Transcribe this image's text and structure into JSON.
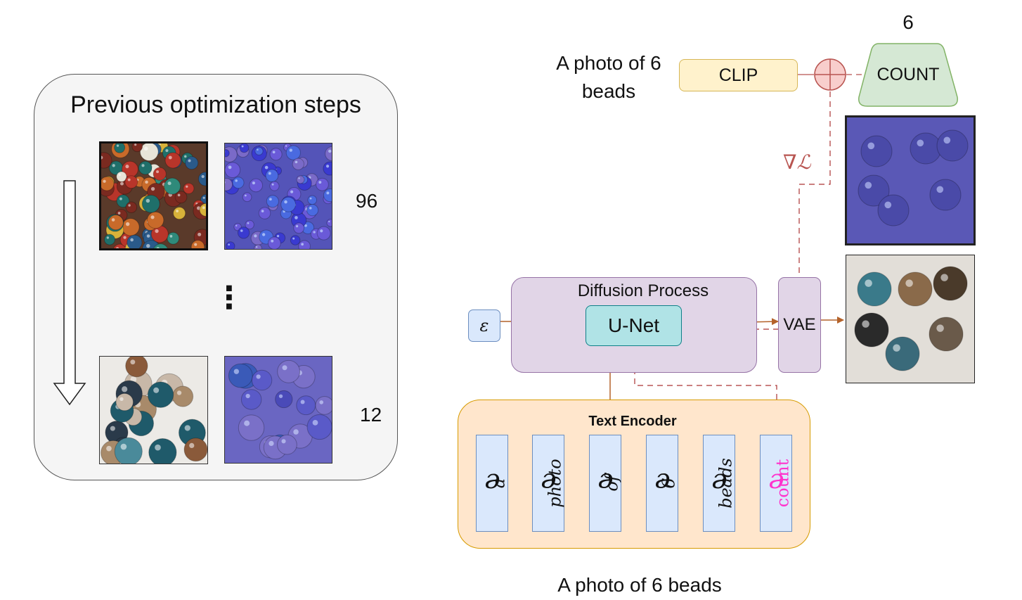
{
  "left_panel": {
    "title": "Previous optimization steps",
    "top_count": "96",
    "bottom_count": "12",
    "ellipsis": "⋮"
  },
  "top_prompt": "A photo of 6\nbeads",
  "clip_label": "CLIP",
  "count_label": "COUNT",
  "count_value": "6",
  "grad_label": "∇ℒ",
  "diffusion_label": "Diffusion Process",
  "unet_label": "U-Net",
  "noise_label": "ε",
  "vae_label": "VAE",
  "text_encoder_label": "Text Encoder",
  "embeddings": [
    {
      "base": "e",
      "sub": "a"
    },
    {
      "base": "e",
      "sub": "photo"
    },
    {
      "base": "e",
      "sub": "of"
    },
    {
      "base": "e",
      "sub": "6"
    },
    {
      "base": "e",
      "sub": "beads"
    },
    {
      "base": "e",
      "sub": "count"
    }
  ],
  "bottom_prompt": "A photo of 6 beads",
  "colors": {
    "arrow": "#b4622a",
    "clip_fill": "#fff2cc",
    "clip_stroke": "#d6b656",
    "count_fill": "#d5e8d4",
    "count_stroke": "#82b366",
    "diffusion_fill": "#e1d5e7",
    "diffusion_stroke": "#9673a6",
    "unet_fill": "#b0e3e6",
    "unet_stroke": "#0e8088",
    "encoder_fill": "#ffe6cc",
    "encoder_stroke": "#d79b00",
    "emb_fill": "#dae8fc",
    "emb_stroke": "#6c8ebf",
    "sum_fill": "#f8cecc",
    "sum_stroke": "#b85450",
    "count_token": "#ff33cc"
  }
}
